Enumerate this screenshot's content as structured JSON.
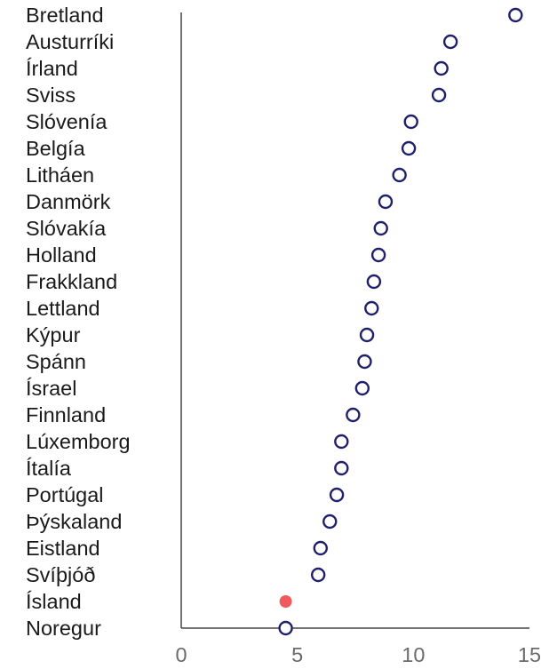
{
  "chart_data": {
    "type": "scatter",
    "title": "",
    "xlabel": "",
    "ylabel": "",
    "xlim": [
      0,
      15
    ],
    "xticks": [
      "0",
      "5",
      "10",
      "15"
    ],
    "grid": false,
    "colors": {
      "point_outline": "#1f1f6b",
      "highlight": "#f05a5a"
    },
    "categories": [
      "Bretland",
      "Austurríki",
      "Írland",
      "Sviss",
      "Slóvenía",
      "Belgía",
      "Litháen",
      "Danmörk",
      "Slóvakía",
      "Holland",
      "Frakkland",
      "Lettland",
      "Kýpur",
      "Spánn",
      "Ísrael",
      "Finnland",
      "Lúxemborg",
      "Ítalía",
      "Portúgal",
      "Þýskaland",
      "Eistland",
      "Svíþjóð",
      "Ísland",
      "Noregur"
    ],
    "values": [
      14.4,
      11.6,
      11.2,
      11.1,
      9.9,
      9.8,
      9.4,
      8.8,
      8.6,
      8.5,
      8.3,
      8.2,
      8.0,
      7.9,
      7.8,
      7.4,
      6.9,
      6.9,
      6.7,
      6.4,
      6.0,
      5.9,
      4.5,
      4.5
    ],
    "highlight": [
      "Ísland"
    ]
  }
}
